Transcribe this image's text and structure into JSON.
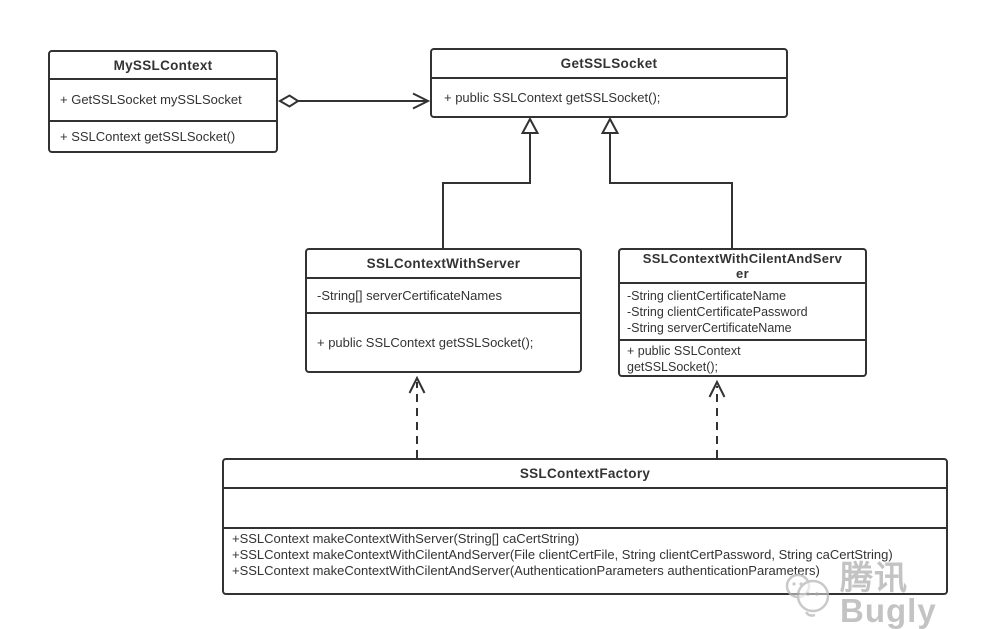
{
  "diagram": {
    "type": "uml-class-diagram",
    "classes": [
      {
        "name": "MySSLContext",
        "title": "MySSLContext",
        "attributes": [
          "+ GetSSLSocket mySSLSocket"
        ],
        "methods": [
          "+ SSLContext getSSLSocket()"
        ]
      },
      {
        "name": "GetSSLSocket",
        "title": "GetSSLSocket",
        "attributes": [],
        "methods": [
          "+ public SSLContext getSSLSocket();"
        ]
      },
      {
        "name": "SSLContextWithServer",
        "title": "SSLContextWithServer",
        "attributes": [
          "-String[] serverCertificateNames"
        ],
        "methods": [
          "+ public SSLContext getSSLSocket();"
        ]
      },
      {
        "name": "SSLContextWithCilentAndServer",
        "title": "SSLContextWithCilentAndServer",
        "attributes": [
          "-String clientCertificateName",
          "-String clientCertificatePassword",
          "-String serverCertificateName"
        ],
        "methods": [
          "+ public SSLContext getSSLSocket();"
        ]
      },
      {
        "name": "SSLContextFactory",
        "title": "SSLContextFactory",
        "attributes": [],
        "methods": [
          "+SSLContext makeContextWithServer(String[] caCertString)",
          "+SSLContext makeContextWithCilentAndServer(File clientCertFile, String clientCertPassword, String caCertString)",
          "+SSLContext makeContextWithCilentAndServer(AuthenticationParameters authenticationParameters)"
        ]
      }
    ],
    "relationships": [
      {
        "from": "MySSLContext",
        "to": "GetSSLSocket",
        "type": "aggregation"
      },
      {
        "from": "SSLContextWithServer",
        "to": "GetSSLSocket",
        "type": "generalization"
      },
      {
        "from": "SSLContextWithCilentAndServer",
        "to": "GetSSLSocket",
        "type": "generalization"
      },
      {
        "from": "SSLContextFactory",
        "to": "SSLContextWithServer",
        "type": "dependency"
      },
      {
        "from": "SSLContextFactory",
        "to": "SSLContextWithCilentAndServer",
        "type": "dependency"
      }
    ],
    "watermark": {
      "brand": "腾讯Bugly"
    },
    "colors": {
      "line": "#323232",
      "text": "#333333",
      "background": "#ffffff",
      "watermark": "#b8b8b8"
    }
  }
}
